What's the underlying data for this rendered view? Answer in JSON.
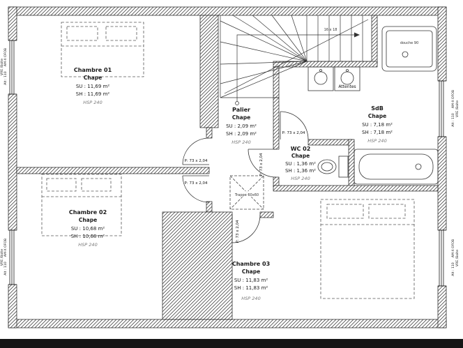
{
  "drawing": {
    "rooms": [
      {
        "name": "Chambre 01",
        "finish": "Chape",
        "su": "SU : 11,69 m²",
        "sh": "SH : 11,69 m²",
        "hsp": "HSP 240"
      },
      {
        "name": "Chambre 02",
        "finish": "Chape",
        "su": "SU : 10,68 m²",
        "sh": "SH : 10,68 m²",
        "hsp": "HSP 240"
      },
      {
        "name": "Chambre 03",
        "finish": "Chape",
        "su": "SU : 11,83 m²",
        "sh": "SH : 11,83 m²",
        "hsp": "HSP 240"
      },
      {
        "name": "Palier",
        "finish": "Chape",
        "su": "SU : 2,09 m²",
        "sh": "SH : 2,09 m²",
        "hsp": "HSP 240"
      },
      {
        "name": "SdB",
        "finish": "Chape",
        "su": "SU : 7,18 m²",
        "sh": "SH : 7,18 m²",
        "hsp": "HSP 240"
      },
      {
        "name": "WC 02",
        "finish": "Chape",
        "su": "SU : 1,36 m²",
        "sh": "SH : 1,36 m²",
        "hsp": "HSP 240"
      }
    ],
    "door_label": "P: 73 x 2,04",
    "annotations": {
      "shower": "douche 90",
      "attentes": "Attentes",
      "trappe": "Trappe 60x60",
      "stairs": "16 x 18"
    },
    "window_label": [
      "VRE /Boite",
      "AM-X OFOB",
      "Alt : 110"
    ],
    "colors": {
      "ink": "#1a1a1a",
      "muted": "#787878",
      "paper": "#ffffff"
    }
  }
}
